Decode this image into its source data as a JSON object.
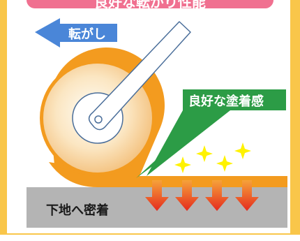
{
  "header": {
    "title": "良好な転がり性能"
  },
  "arrow_label": "転がし",
  "callout_label": "良好な塗着感",
  "surface_label": "下地へ密着",
  "colors": {
    "frame": "#f9c64a",
    "header": "#f07090",
    "arrow": "#4a86d8",
    "roller_sleeve": "#f39b1f",
    "roller_core_light": "#fff8ea",
    "roller_core_dark": "#f5c98a",
    "handle": "#ffffff",
    "handle_stroke": "#4a6e9a",
    "callout": "#2c9c46",
    "paint_film": "#f39b1f",
    "substrate": "#b4b4b4",
    "pressure_arrow": "#e8321e",
    "sparkle": "#fff200"
  },
  "icons": [
    "left-arrow-icon",
    "down-arrow-icon",
    "sparkle-icon"
  ]
}
